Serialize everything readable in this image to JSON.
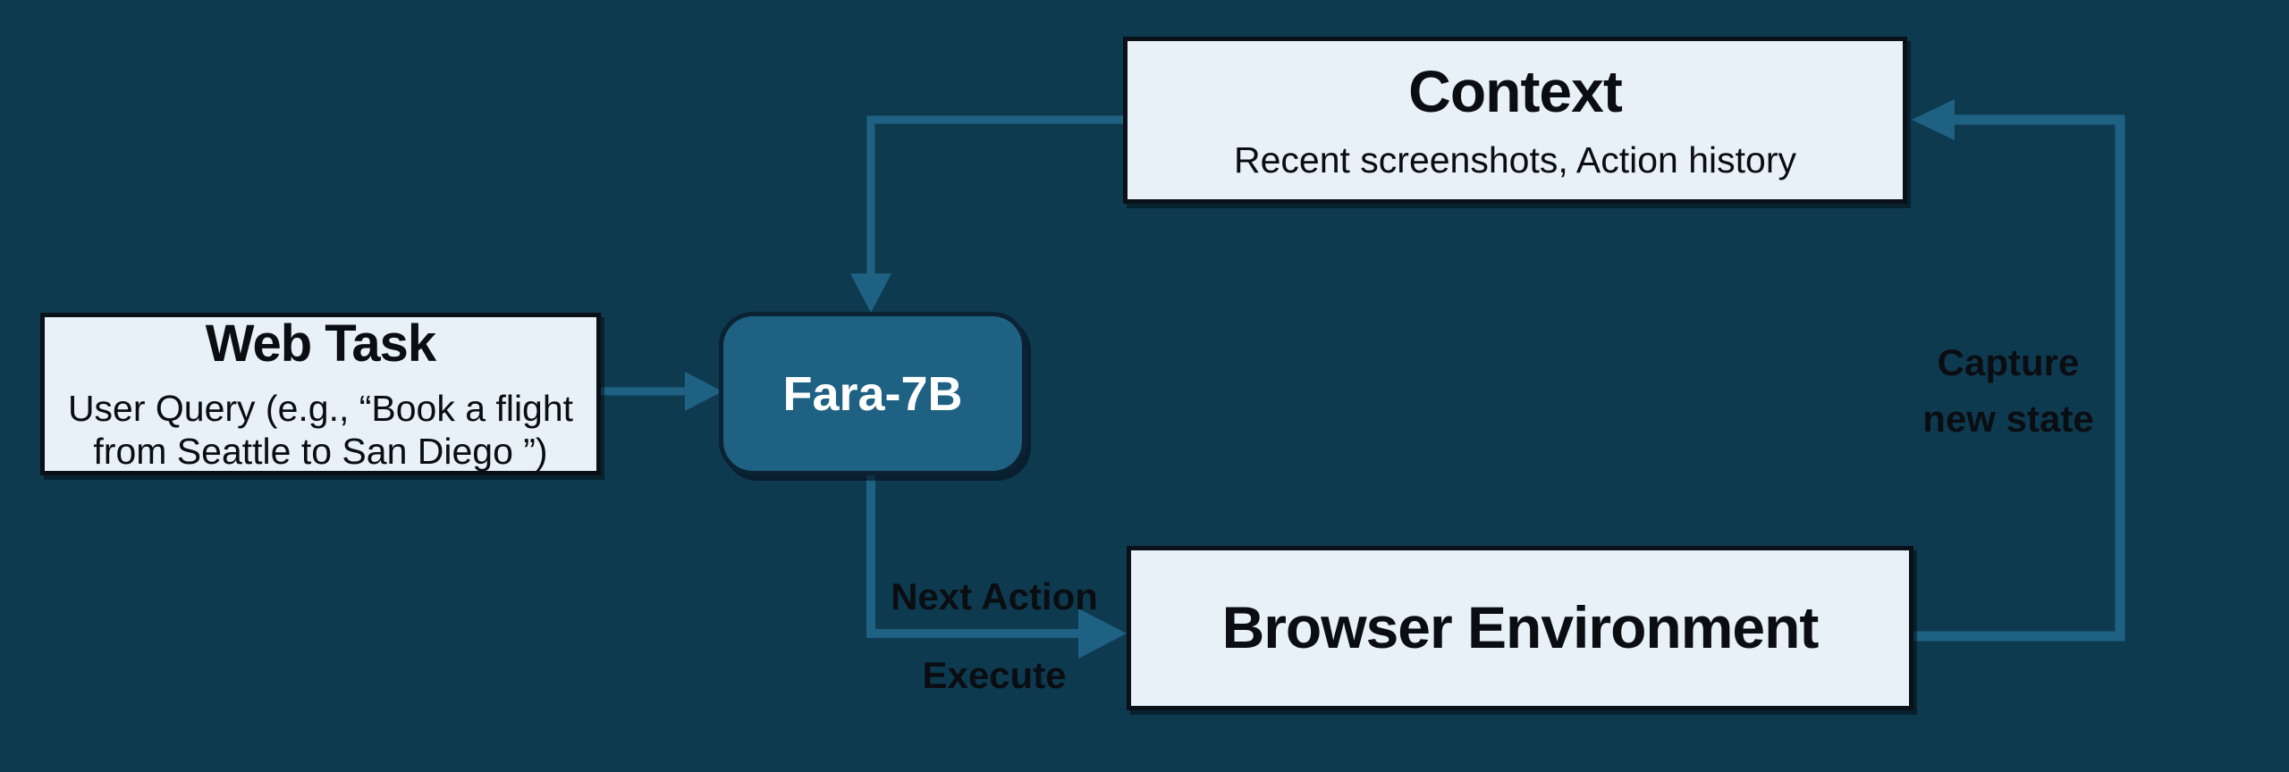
{
  "colors": {
    "background": "#0e3a50",
    "accent": "#1e6183",
    "panel_fill": "#e8f1f7",
    "panel_border": "#0a1018",
    "fara_border": "#0a2232",
    "text_dark": "#0a0d11",
    "fara_text": "#ffffff"
  },
  "nodes": {
    "web_task": {
      "title": "Web Task",
      "lines": [
        "User Query (e.g., “Book a flight",
        "from Seattle to San Diego ”)"
      ]
    },
    "fara": {
      "label": "Fara-7B"
    },
    "context": {
      "title": "Context",
      "subtitle": "Recent screenshots, Action history"
    },
    "browser": {
      "title": "Browser Environment"
    }
  },
  "edges": {
    "fara_to_browser": {
      "label_top": "Next Action",
      "label_bottom": "Execute"
    },
    "browser_to_context": {
      "label_line1": "Capture",
      "label_line2": "new state"
    }
  }
}
